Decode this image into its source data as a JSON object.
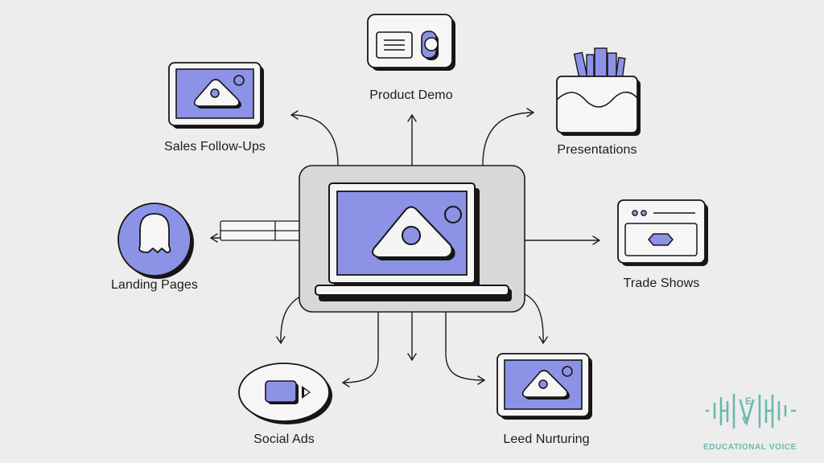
{
  "nodes": {
    "product_demo": "Product Demo",
    "sales_follow_ups": "Sales Follow-Ups",
    "presentations": "Presentations",
    "landing_pages": "Landing Pages",
    "trade_shows": "Trade Shows",
    "social_ads": "Social Ads",
    "leed_nurturing": "Leed Nurturing"
  },
  "brand": {
    "letters": [
      "E",
      "V"
    ],
    "name": "EDUCATIONAL VOICE"
  },
  "colors": {
    "background": "#ededed",
    "accent": "#8c92e6",
    "outline": "#161616",
    "hub": "#d8d8d8",
    "brand": "#6bb8b0"
  },
  "icons": {
    "center": "laptop-image-icon",
    "product_demo": "video-player-icon",
    "sales_follow_ups": "image-frame-icon",
    "presentations": "book-holder-icon",
    "landing_pages": "ghost-badge-icon",
    "trade_shows": "browser-window-icon",
    "social_ads": "video-bubble-icon",
    "leed_nurturing": "image-frame-icon"
  }
}
